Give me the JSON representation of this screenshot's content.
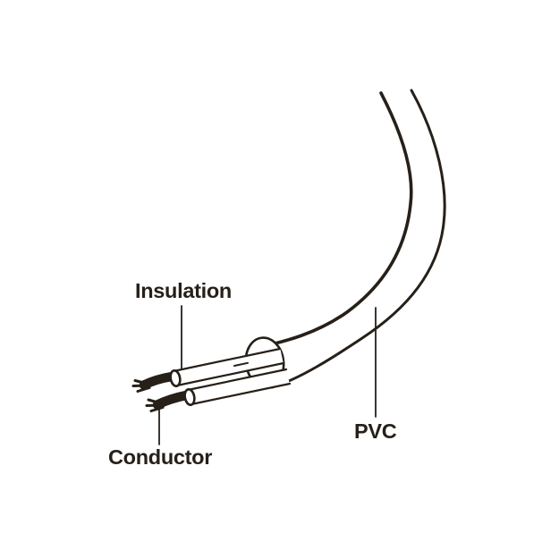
{
  "figure": {
    "type": "labeled-line-diagram",
    "subject": "Stripped end of a two-core power cable (PVC sheath, wire insulation, bare conductors)",
    "labels": {
      "insulation": "Insulation",
      "conductor": "Conductor",
      "pvc": "PVC"
    },
    "colors": {
      "line": "#262019",
      "background": "#ffffff"
    }
  }
}
